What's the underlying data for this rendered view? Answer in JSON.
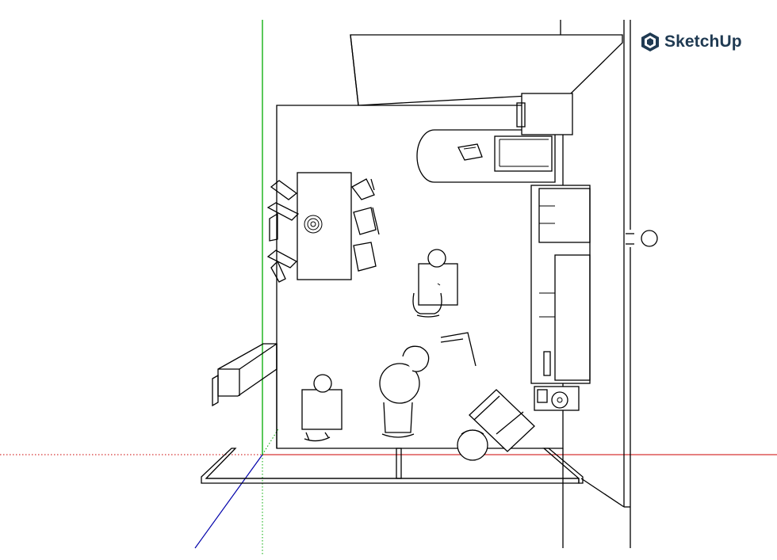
{
  "app": {
    "logo_text": "SketchUp",
    "logo_icon": "sketchup-logo-icon"
  },
  "colors": {
    "brand": "#1f3a52",
    "axis_red": "#cc0000",
    "axis_green": "#00aa00",
    "axis_blue": "#0000aa",
    "line": "#000000",
    "background": "#ffffff"
  },
  "scene": {
    "view": "top",
    "style": "hidden-line",
    "furniture": [
      "dining-table",
      "dining-chair",
      "centerpiece",
      "kitchen-island",
      "sink",
      "stove",
      "refrigerator",
      "kitchen-counter",
      "tv-console",
      "desk",
      "office-chair",
      "armchair",
      "lounge-chair",
      "round-stool",
      "side-table",
      "window-seat",
      "console-cabinet",
      "coffee-machine"
    ]
  }
}
